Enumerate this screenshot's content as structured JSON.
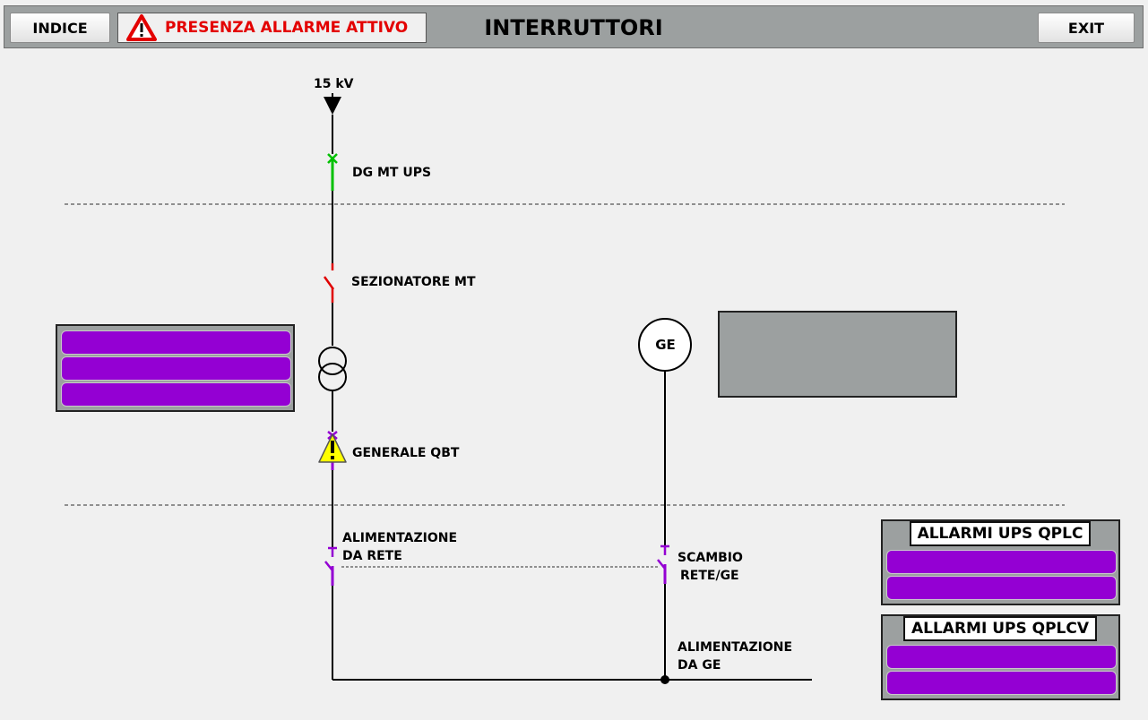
{
  "header": {
    "index_label": "INDICE",
    "alarm_text": "PRESENZA ALLARME ATTIVO",
    "title": "INTERRUTTORI",
    "exit_label": "EXIT"
  },
  "diagram": {
    "supply_voltage": "15 kV",
    "breaker_dg_mt_ups": "DG MT UPS",
    "disconnector_mt": "SEZIONATORE MT",
    "breaker_generale_qbt": "GENERALE QBT",
    "supply_grid_line1": "ALIMENTAZIONE",
    "supply_grid_line2": "DA RETE",
    "generator": "GE",
    "transfer_line1": "SCAMBIO",
    "transfer_line2": "RETE/GE",
    "supply_ge_line1": "ALIMENTAZIONE",
    "supply_ge_line2": "DA GE"
  },
  "panels": {
    "ups_qplc_title": "ALLARMI UPS QPLC",
    "ups_qplcv_title": "ALLARMI UPS QPLCV"
  },
  "colors": {
    "closed_breaker": "#00c000",
    "open_disconnector": "#e00000",
    "unknown_state": "#9400d3",
    "alarm_text": "#e30000",
    "warning_fill": "#ffff00",
    "panel_gray": "#9ca0a0"
  }
}
